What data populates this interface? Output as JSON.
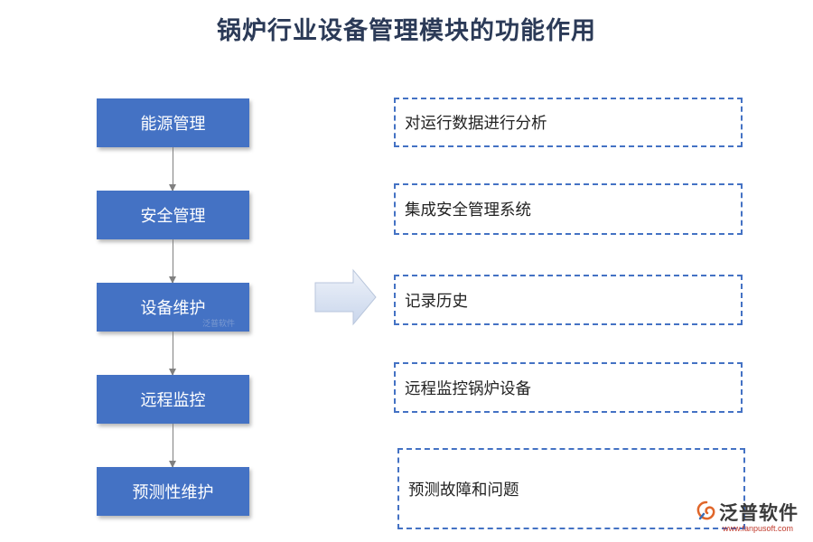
{
  "title": "锅炉行业设备管理模块的功能作用",
  "modules": [
    {
      "label": "能源管理"
    },
    {
      "label": "安全管理"
    },
    {
      "label": "设备维护"
    },
    {
      "label": "远程监控"
    },
    {
      "label": "预测性维护"
    }
  ],
  "functions": [
    {
      "label": "对运行数据进行分析"
    },
    {
      "label": "集成安全管理系统"
    },
    {
      "label": "记录历史"
    },
    {
      "label": "远程监控锅炉设备"
    },
    {
      "label": "预测故障和问题"
    }
  ],
  "watermark": "泛普软件",
  "logo": {
    "name": "泛普软件",
    "url": "www.fanpusoft.com"
  },
  "colors": {
    "box_fill": "#4472c4",
    "dashed_border": "#4472c4",
    "arrow_fill": "#d9e2f3",
    "title": "#2b3a57"
  }
}
